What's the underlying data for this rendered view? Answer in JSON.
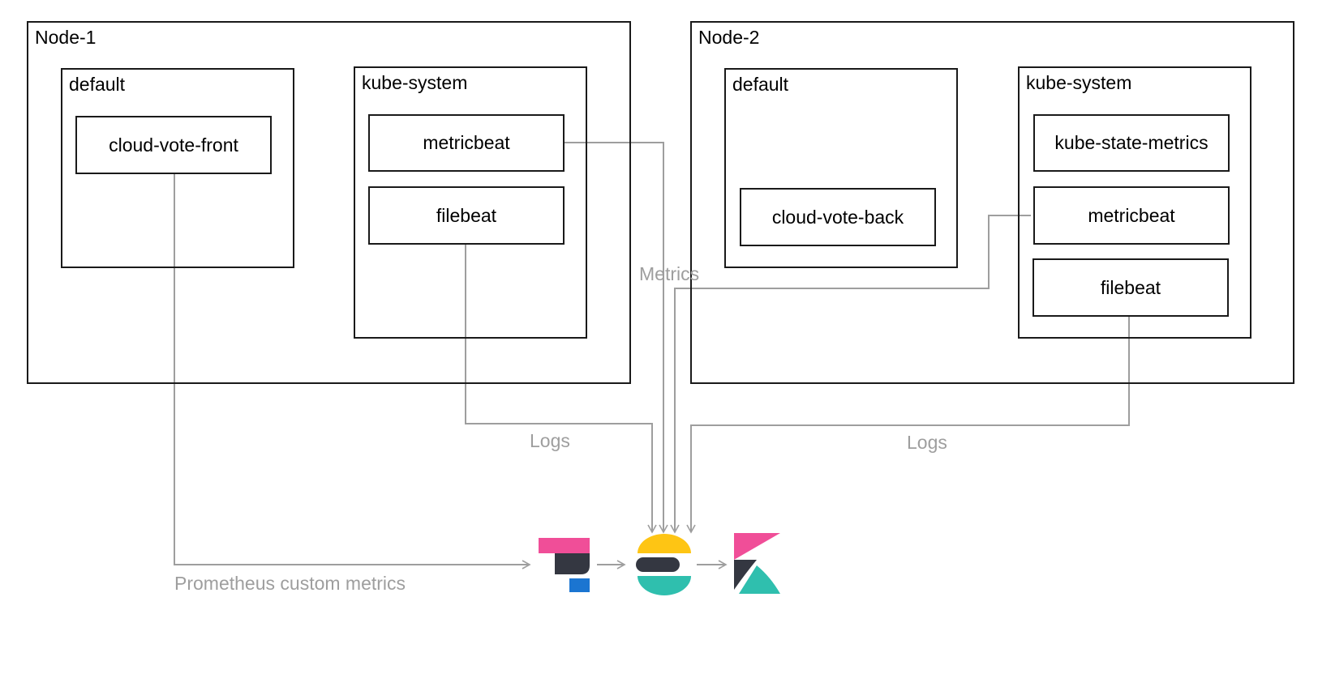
{
  "nodes": [
    {
      "title": "Node-1",
      "namespaces": [
        {
          "title": "default",
          "pods": [
            "cloud-vote-front"
          ]
        },
        {
          "title": "kube-system",
          "pods": [
            "metricbeat",
            "filebeat"
          ]
        }
      ]
    },
    {
      "title": "Node-2",
      "namespaces": [
        {
          "title": "default",
          "pods": [
            "cloud-vote-back"
          ]
        },
        {
          "title": "kube-system",
          "pods": [
            "kube-state-metrics",
            "metricbeat",
            "filebeat"
          ]
        }
      ]
    }
  ],
  "flows": {
    "metrics": "Metrics",
    "logs_node1": "Logs",
    "logs_node2": "Logs",
    "prometheus": "Prometheus custom metrics"
  },
  "logos": {
    "left_icon": "prometheus-beats-logo-icon",
    "center_icon": "elasticsearch-logo-icon",
    "right_icon": "kibana-logo-icon"
  },
  "colors": {
    "line": "#9e9e9e",
    "border": "#1a1a1a",
    "pink": "#f04e98",
    "dark": "#343741",
    "blue": "#1b75d1",
    "yellow": "#fec514",
    "teal": "#2fbfae"
  }
}
